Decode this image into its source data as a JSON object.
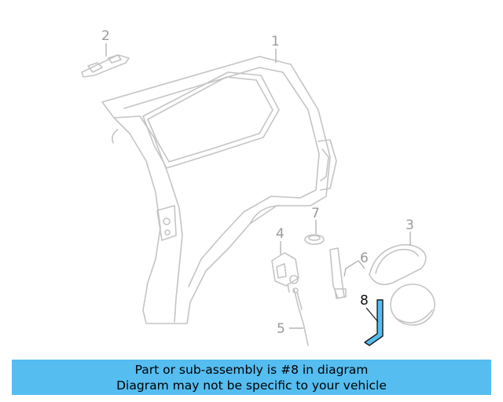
{
  "diagram": {
    "callouts": [
      {
        "key": "1",
        "text": "1"
      },
      {
        "key": "2",
        "text": "2"
      },
      {
        "key": "3",
        "text": "3"
      },
      {
        "key": "4",
        "text": "4"
      },
      {
        "key": "5",
        "text": "5"
      },
      {
        "key": "6",
        "text": "6"
      },
      {
        "key": "7",
        "text": "7"
      },
      {
        "key": "8",
        "text": "8"
      }
    ],
    "highlighted_part": "8",
    "highlight_color": "#55bdf0",
    "line_color": "#c4c4c4"
  },
  "banner": {
    "line1": "Part or sub-assembly is #8 in diagram",
    "line2": "Diagram may not be specific to your vehicle",
    "background": "#55bdf0"
  }
}
